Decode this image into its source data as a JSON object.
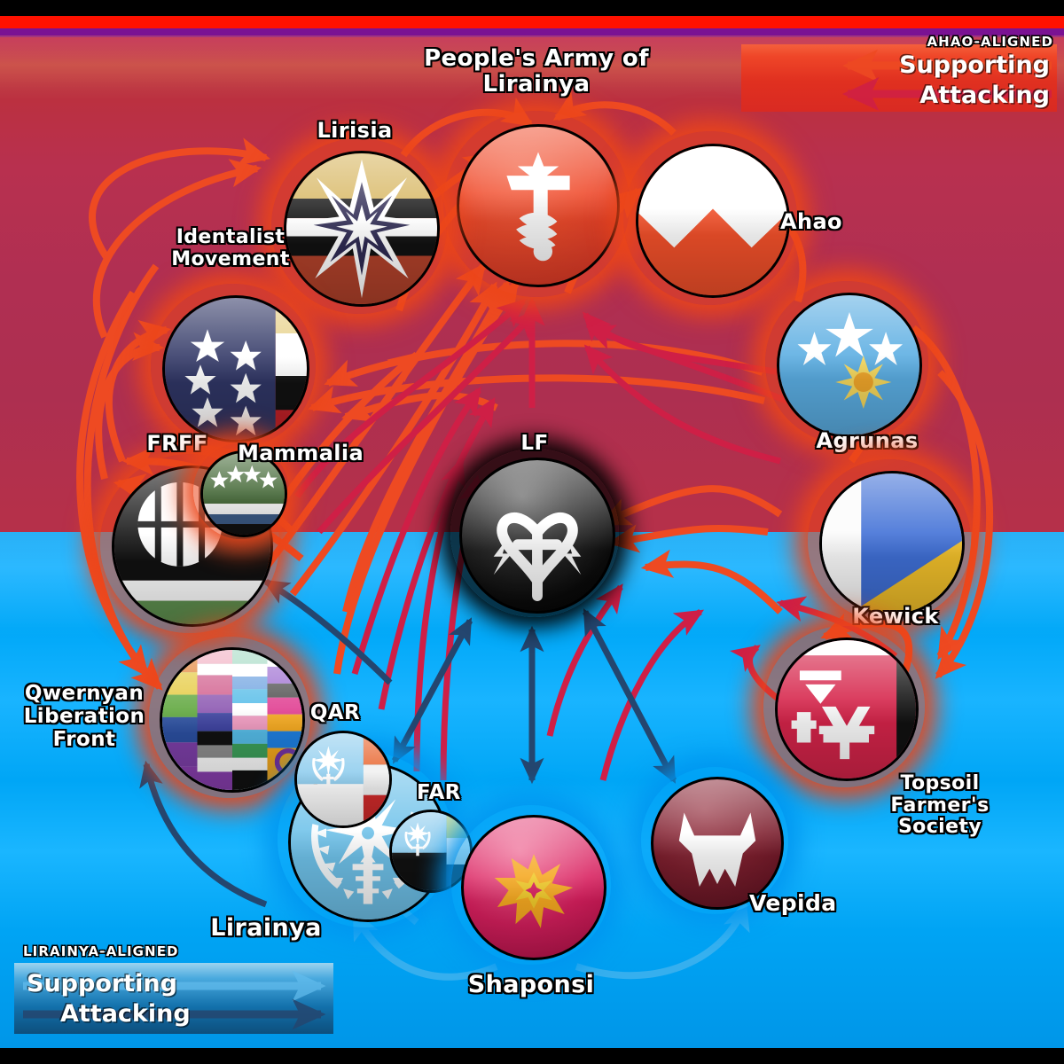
{
  "title": "People's Army of Lirainya",
  "colors": {
    "supporting_ahao": "#ee4a22",
    "attacking_ahao": "#cf1f46",
    "supporting_lirainya": "#67c3f2",
    "attacking_lirainya": "#1d3f6b",
    "bg_top": "#b2304e",
    "bg_bottom": "#00a6f6"
  },
  "legends": {
    "ahao": {
      "kicker": "AHAO-ALIGNED",
      "supporting": "Supporting",
      "attacking": "Attacking"
    },
    "lirainya": {
      "kicker": "LIRAINYA-ALIGNED",
      "supporting": "Supporting",
      "attacking": "Attacking"
    }
  },
  "nodes": [
    {
      "id": "pal",
      "label": "People's Army of\nLirainya",
      "icon": "pal-torch-emblem"
    },
    {
      "id": "lirisia",
      "label": "Lirisia",
      "icon": "lirisia-starburst-flag"
    },
    {
      "id": "ahao",
      "label": "Ahao",
      "icon": "ahao-chevron-flag"
    },
    {
      "id": "identalist",
      "label": "Identalist\nMovement",
      "icon": "identalist-stars-flag"
    },
    {
      "id": "agrunas",
      "label": "Agrunas",
      "icon": "agrunas-moon-sun-flag"
    },
    {
      "id": "frff",
      "label": "FRFF",
      "icon": "frff-wheel-flag"
    },
    {
      "id": "mammalia",
      "label": "Mammalia",
      "icon": "mammalia-stars-flag"
    },
    {
      "id": "kewick",
      "label": "Kewick",
      "icon": "kewick-diagonal-flag"
    },
    {
      "id": "lf",
      "label": "LF",
      "icon": "lf-heart-bolt-emblem"
    },
    {
      "id": "qlf",
      "label": "Qwernyan\nLiberation\nFront",
      "icon": "qlf-pride-mosaic-flag"
    },
    {
      "id": "topsoil",
      "label": "Topsoil\nFarmer's\nSociety",
      "icon": "topsoil-glyph-flag"
    },
    {
      "id": "lirainya",
      "label": "Lirainya",
      "icon": "lirainya-wreath-star-emblem"
    },
    {
      "id": "qar",
      "label": "QAR",
      "icon": "qar-wreath-flag"
    },
    {
      "id": "far",
      "label": "FAR",
      "icon": "far-wreath-flag"
    },
    {
      "id": "shaponsi",
      "label": "Shaponsi",
      "icon": "shaponsi-sunburst-flag"
    },
    {
      "id": "vepida",
      "label": "Vepida",
      "icon": "vepida-beast-head-flag"
    }
  ]
}
